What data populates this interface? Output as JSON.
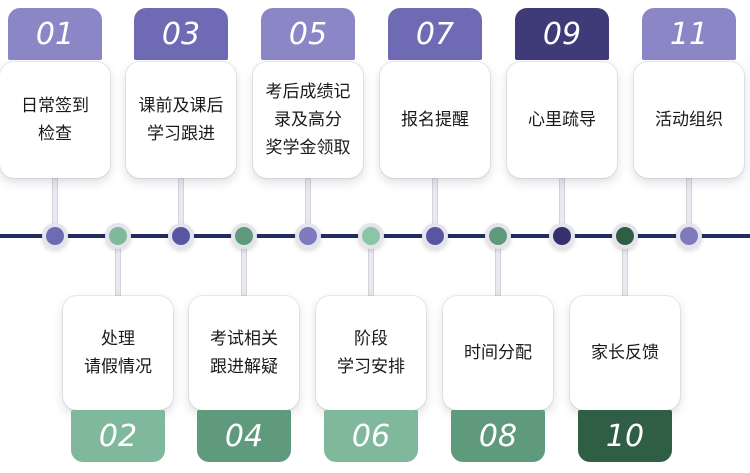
{
  "colors": {
    "purple_light": "#8b86c6",
    "purple_mid": "#6f6ab4",
    "purple_dark": "#3f3a78",
    "green_light": "#7fb89b",
    "green_mid": "#5f9a7c",
    "green_dark": "#2f5e45",
    "timeline": "#1f2d63"
  },
  "top_steps": [
    {
      "num": "01",
      "label": "日常签到\n检查"
    },
    {
      "num": "03",
      "label": "课前及课后\n学习跟进"
    },
    {
      "num": "05",
      "label": "考后成绩记\n录及高分\n奖学金领取"
    },
    {
      "num": "07",
      "label": "报名提醒"
    },
    {
      "num": "09",
      "label": "心里疏导"
    },
    {
      "num": "11",
      "label": "活动组织"
    }
  ],
  "bottom_steps": [
    {
      "num": "02",
      "label": "处理\n请假情况"
    },
    {
      "num": "04",
      "label": "考试相关\n跟进解疑"
    },
    {
      "num": "06",
      "label": "阶段\n学习安排"
    },
    {
      "num": "08",
      "label": "时间分配"
    },
    {
      "num": "10",
      "label": "家长反馈"
    }
  ]
}
